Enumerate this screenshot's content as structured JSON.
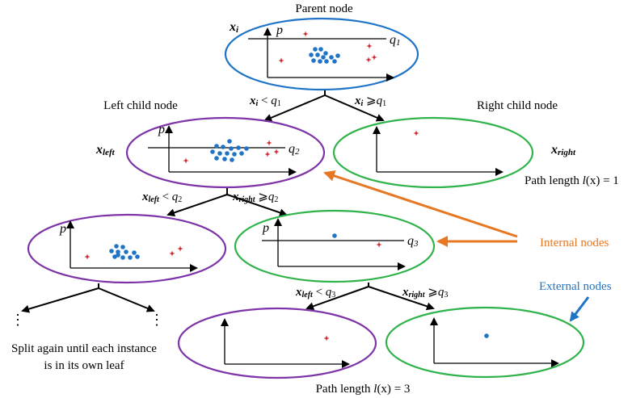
{
  "colors": {
    "parent_ellipse": "#1f74c6",
    "left_ellipse": "#7d34a8",
    "right_ellipse": "#2fb34a",
    "blue_points": "#1f74c6",
    "red_points": "#d0202a",
    "internal_nodes": "#e87722",
    "external_nodes": "#1f74c6",
    "axis": "#000000"
  },
  "icons": {
    "normal_point": "blue-dot-icon",
    "anomaly_point": "red-star-icon"
  },
  "labels": {
    "parent": "Parent node",
    "left_child": "Left child node",
    "right_child": "Right child node",
    "split_note_line1": "Split again until each instance",
    "split_note_line2": "is in its own leaf",
    "internal_nodes": "Internal nodes",
    "external_nodes": "External nodes",
    "path_length_1_text": "Path length ",
    "path_length_1_l": "l",
    "path_length_1_x": "(x)",
    "path_length_1_val": " = 1",
    "path_length_3_text": "Path length ",
    "path_length_3_l": "l",
    "path_length_3_x": "(x)",
    "path_length_3_val": " = 3"
  },
  "symbols": {
    "x": "x",
    "i": "i",
    "left": "left",
    "right": "right",
    "p": "p",
    "q": "q",
    "less": " < ",
    "geq": " ⩾",
    "q1": "1",
    "q2": "2",
    "q3": "3"
  }
}
